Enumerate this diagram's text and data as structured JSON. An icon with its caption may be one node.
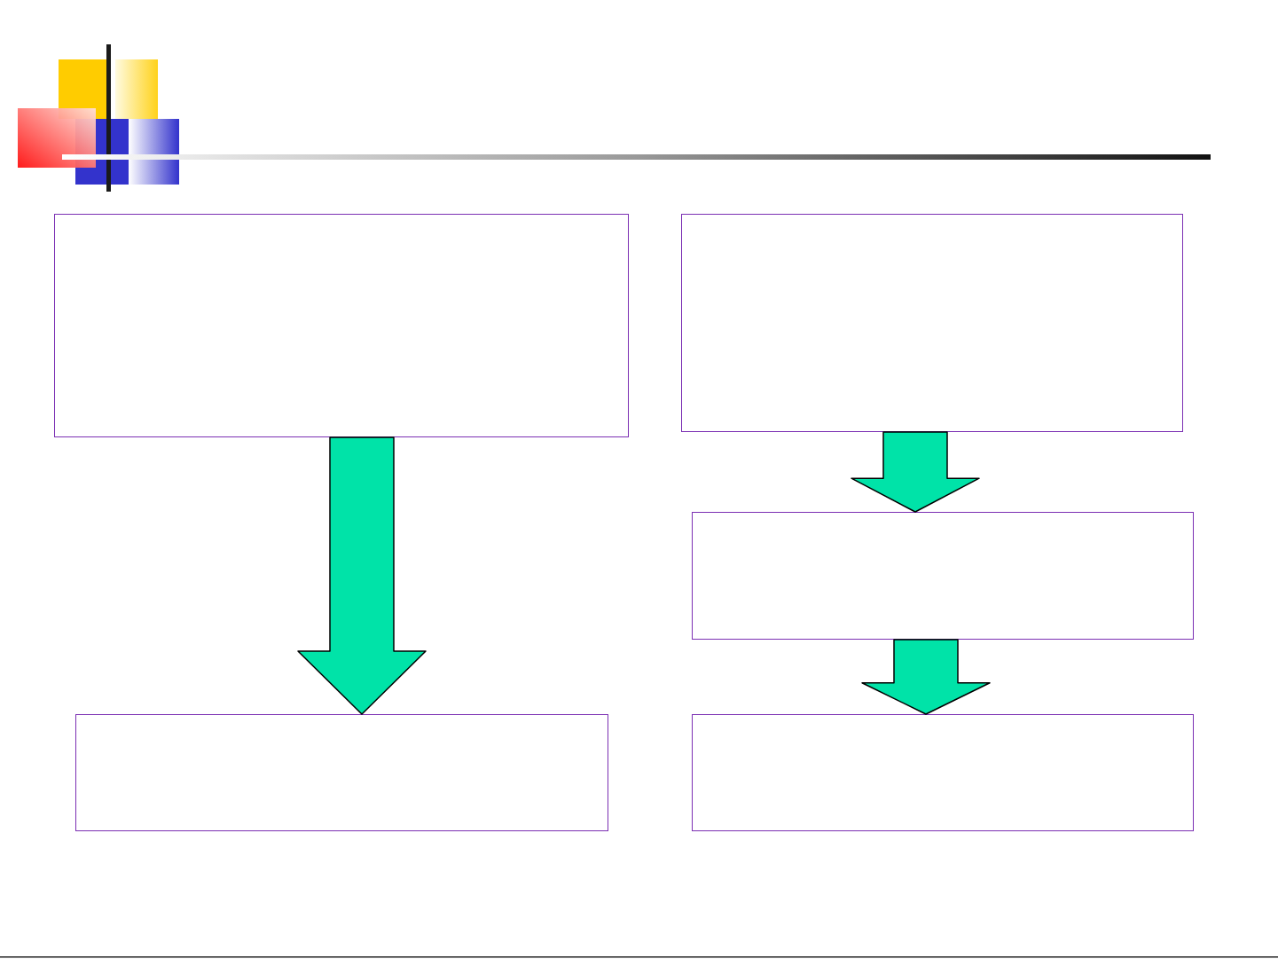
{
  "diagram": {
    "nodes": [
      {
        "text": [],
        "shape": "box"
      },
      {
        "text": [],
        "shape": "box"
      },
      {
        "text": [],
        "shape": "box"
      },
      {
        "text": [],
        "shape": "box"
      },
      {
        "text": [],
        "shape": "box"
      }
    ],
    "edges": [
      {
        "from": 0,
        "to": 3,
        "arrow": "to"
      },
      {
        "from": 1,
        "to": 2,
        "arrow": "to"
      },
      {
        "from": 2,
        "to": 4,
        "arrow": "to"
      }
    ]
  }
}
